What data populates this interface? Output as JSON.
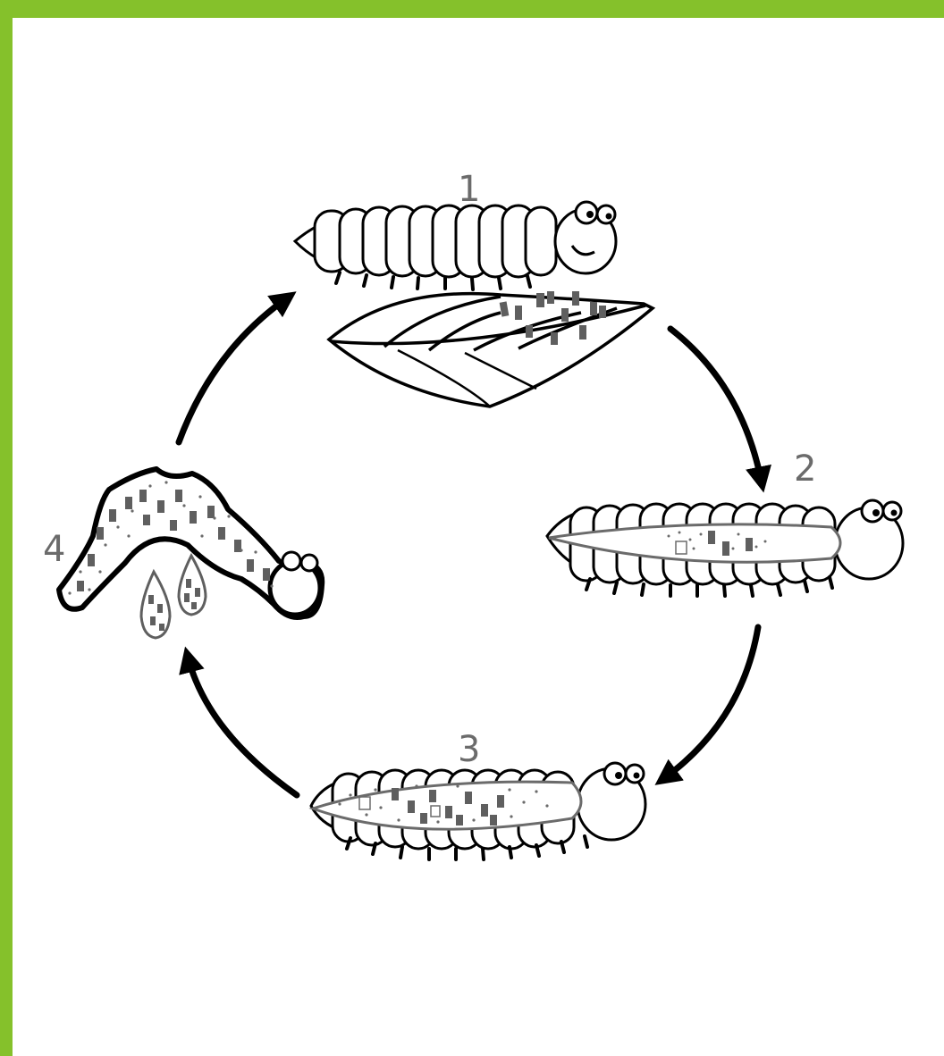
{
  "frame": {
    "border_color": "#85c12b"
  },
  "colors": {
    "ink": "#000000",
    "speck": "#6b6b6b",
    "food": "#5f5f5f",
    "paper": "#ffffff"
  },
  "stages": [
    {
      "number": "1"
    },
    {
      "number": "2"
    },
    {
      "number": "3"
    },
    {
      "number": "4"
    }
  ]
}
